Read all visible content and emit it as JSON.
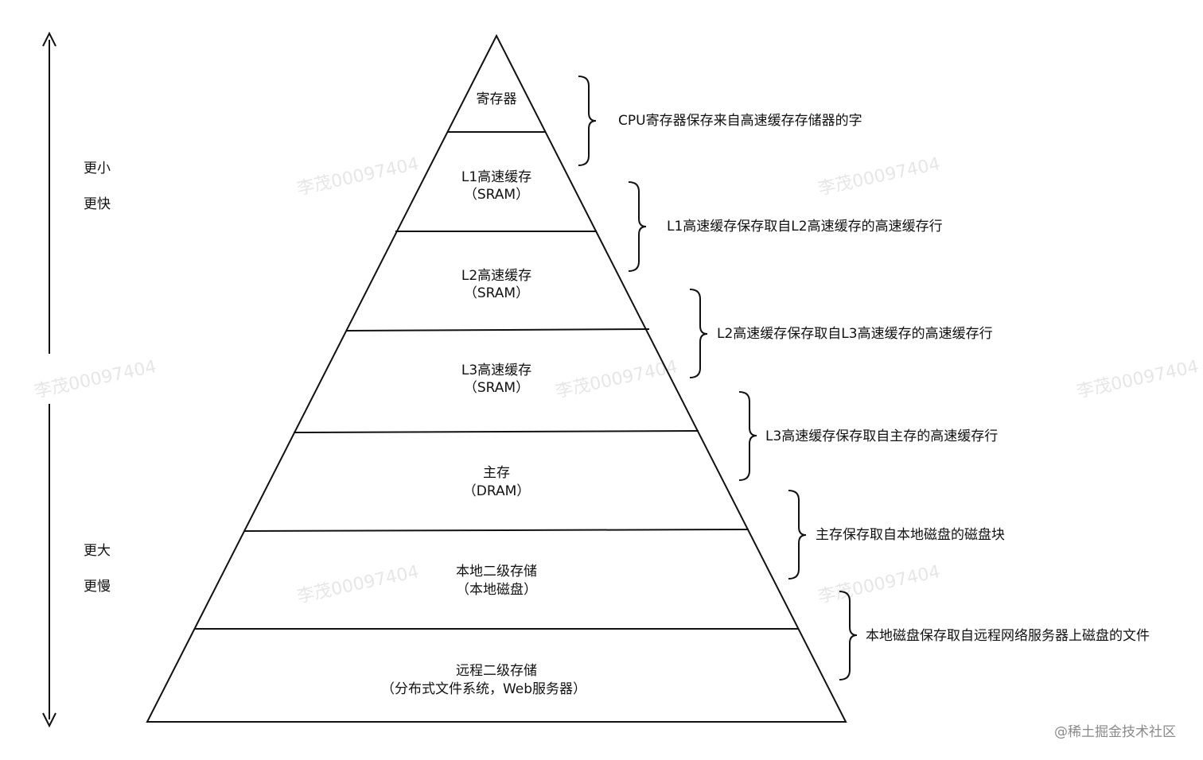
{
  "levels": [
    {
      "line1": "寄存器",
      "line2": ""
    },
    {
      "line1": "L1高速缓存",
      "line2": "（SRAM）"
    },
    {
      "line1": "L2高速缓存",
      "line2": "（SRAM）"
    },
    {
      "line1": "L3高速缓存",
      "line2": "（SRAM）"
    },
    {
      "line1": "主存",
      "line2": "（DRAM）"
    },
    {
      "line1": "本地二级存储",
      "line2": "（本地磁盘）"
    },
    {
      "line1": "远程二级存储",
      "line2": "（分布式文件系统，Web服务器）"
    }
  ],
  "notes": [
    "CPU寄存器保存来自高速缓存存储器的字",
    "L1高速缓存保存取自L2高速缓存的高速缓存行",
    "L2高速缓存保存取自L3高速缓存的高速缓存行",
    "L3高速缓存保存取自主存的高速缓存行",
    "主存保存取自本地磁盘的磁盘块",
    "本地磁盘保存取自远程网络服务器上磁盘的文件"
  ],
  "axis": {
    "top_line1": "更小",
    "top_line2": "更快",
    "bottom_line1": "更大",
    "bottom_line2": "更慢"
  },
  "watermark": "李茂00097404",
  "credit": "@稀土掘金技术社区"
}
